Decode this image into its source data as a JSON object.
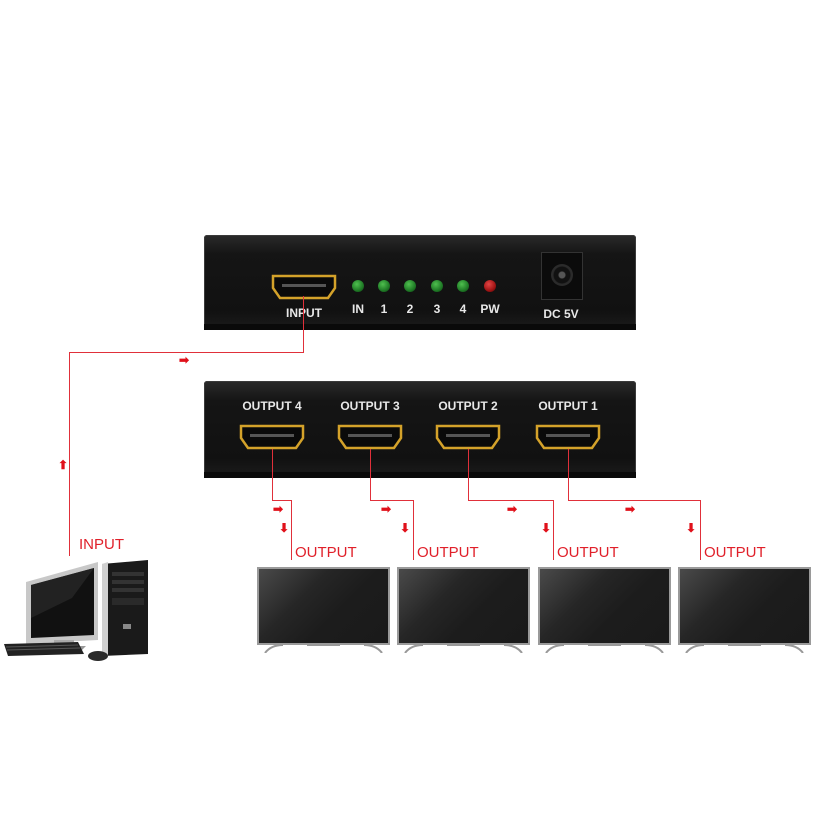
{
  "diagram": {
    "title": "HDMI 1x4 Splitter Connection Diagram",
    "input_panel": {
      "port_label": "INPUT",
      "leds": [
        {
          "label": "IN",
          "color": "green"
        },
        {
          "label": "1",
          "color": "green"
        },
        {
          "label": "2",
          "color": "green"
        },
        {
          "label": "3",
          "color": "green"
        },
        {
          "label": "4",
          "color": "green"
        },
        {
          "label": "PW",
          "color": "red"
        }
      ],
      "power_label": "DC 5V"
    },
    "output_panel": {
      "ports": [
        {
          "label": "OUTPUT 4"
        },
        {
          "label": "OUTPUT 3"
        },
        {
          "label": "OUTPUT 2"
        },
        {
          "label": "OUTPUT 1"
        }
      ]
    },
    "source": {
      "label": "INPUT",
      "device": "desktop-computer"
    },
    "displays": [
      {
        "label": "OUTPUT"
      },
      {
        "label": "OUTPUT"
      },
      {
        "label": "OUTPUT"
      },
      {
        "label": "OUTPUT"
      }
    ],
    "colors": {
      "wire": "#e0303a",
      "arrow": "#e0101a",
      "connector_gold": "#d4a22a",
      "panel": "#151515",
      "led_green": "#2e9a35",
      "led_red": "#c01a1a"
    },
    "arrow_glyphs": {
      "right": "➡",
      "down": "⬇",
      "up": "⬆"
    }
  }
}
